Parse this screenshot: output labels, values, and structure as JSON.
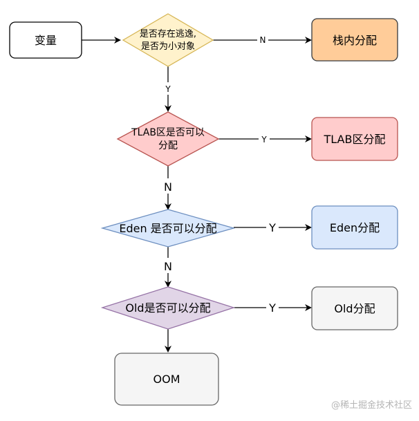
{
  "nodes": {
    "variable": "变量",
    "escape_q_line1": "是否存在逃逸,",
    "escape_q_line2": "是否为小对象",
    "stack_alloc": "栈内分配",
    "tlab_q_line1": "TLAB区是否可以",
    "tlab_q_line2": "分配",
    "tlab_alloc": "TLAB区分配",
    "eden_q": "Eden 是否可以分配",
    "eden_alloc": "Eden分配",
    "old_q": "Old是否可以分配",
    "old_alloc": "Old分配",
    "oom": "OOM"
  },
  "edges": {
    "escape_to_stack": "N",
    "escape_to_tlab": "Y",
    "tlab_to_tlab_alloc": "Y",
    "tlab_to_eden": "N",
    "eden_to_eden_alloc": "Y",
    "eden_to_old": "N",
    "old_to_old_alloc": "Y"
  },
  "watermark": "@稀土掘金技术社区",
  "colors": {
    "stack_fill": "#ffcc99",
    "stack_stroke": "#36393d",
    "tlab_fill": "#ffcccc",
    "tlab_stroke": "#b85450",
    "eden_fill": "#dae8fc",
    "eden_stroke": "#6c8ebf",
    "old_diamond_fill": "#e1d5e7",
    "old_diamond_stroke": "#9673a6",
    "escape_fill": "#fff2cc",
    "escape_stroke": "#d6b656",
    "grey_fill": "#f5f5f5",
    "grey_stroke": "#666666"
  }
}
